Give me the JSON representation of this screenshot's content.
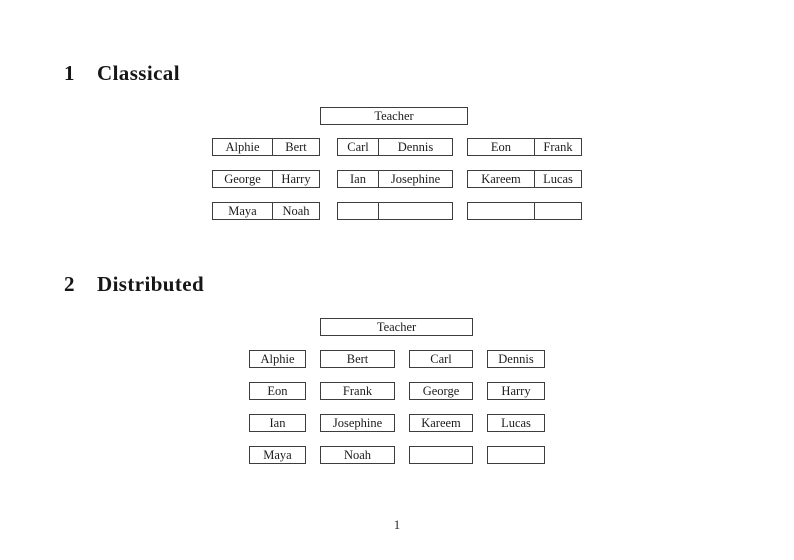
{
  "document": {
    "page_number": "1",
    "text_color": "#1c1c1c",
    "line_color": "#3d3d3d",
    "background_color": "#ffffff"
  },
  "classical": {
    "number": "1",
    "title": "Classical",
    "teacher_label": "Teacher",
    "rows": [
      {
        "desks": [
          {
            "left": "Alphie",
            "right": "Bert"
          },
          {
            "left": "Carl",
            "right": "Dennis"
          },
          {
            "left": "Eon",
            "right": "Frank"
          }
        ]
      },
      {
        "desks": [
          {
            "left": "George",
            "right": "Harry"
          },
          {
            "left": "Ian",
            "right": "Josephine"
          },
          {
            "left": "Kareem",
            "right": "Lucas"
          }
        ]
      },
      {
        "desks": [
          {
            "left": "Maya",
            "right": "Noah"
          },
          {
            "left": "",
            "right": ""
          },
          {
            "left": "",
            "right": ""
          }
        ]
      }
    ]
  },
  "distributed": {
    "number": "2",
    "title": "Distributed",
    "teacher_label": "Teacher",
    "rows": [
      {
        "desks": [
          "Alphie",
          "Bert",
          "Carl",
          "Dennis"
        ]
      },
      {
        "desks": [
          "Eon",
          "Frank",
          "George",
          "Harry"
        ]
      },
      {
        "desks": [
          "Ian",
          "Josephine",
          "Kareem",
          "Lucas"
        ]
      },
      {
        "desks": [
          "Maya",
          "Noah",
          "",
          ""
        ]
      }
    ]
  }
}
